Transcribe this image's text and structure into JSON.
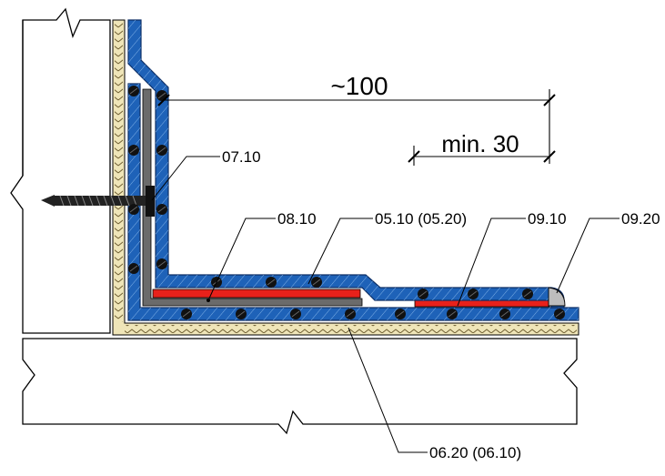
{
  "dimensions": {
    "overall": "~100",
    "minimum": "min. 30"
  },
  "callouts": {
    "screw": "07.10",
    "inner_strip": "08.10",
    "membrane": "05.10 (05.20)",
    "overlap_strip": "09.10",
    "edge_seal": "09.20",
    "substrate": "06.20 (06.10)"
  },
  "colors": {
    "membrane_blue": "#1e62b8",
    "membrane_dark": "#0d2f66",
    "adhesive_red": "#e8211b",
    "beige_board": "#efe5b8",
    "steel_grey": "#6b6b6b",
    "seal_grey": "#bdbdbd",
    "line": "#000000"
  }
}
